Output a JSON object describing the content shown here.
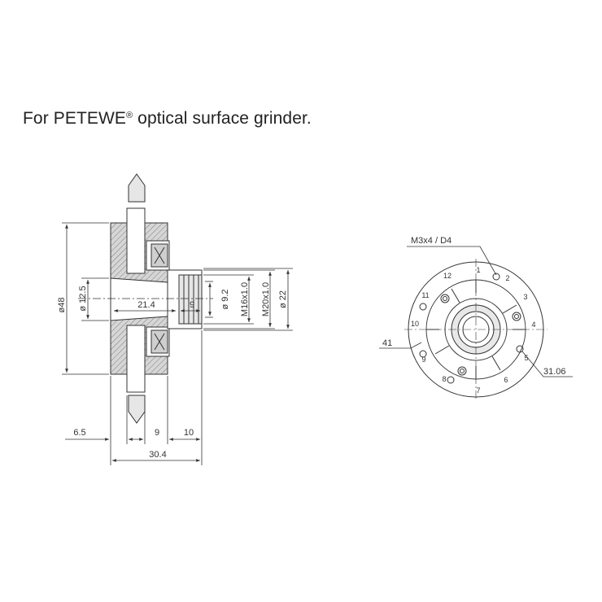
{
  "title": {
    "text": "For PETEWE",
    "reg": "®",
    "rest": " optical surface grinder."
  },
  "side_view": {
    "dimensions": {
      "d48": "ø48",
      "d12_5": "ø 12.5",
      "len_21_4": "21.4",
      "len_9_inner": "9",
      "d9_2": "ø 9.2",
      "m16": "M16x1.0",
      "m20": "M20x1.0",
      "d22": "ø 22",
      "w6_5": "6.5",
      "w9": "9",
      "w10": "10",
      "w30_4": "30.4"
    }
  },
  "front_view": {
    "labels": {
      "m3": "M3x4 / D4",
      "d41": "41",
      "d31_06": "31.06"
    },
    "hole_numbers": [
      "1",
      "2",
      "3",
      "4",
      "5",
      "6",
      "7",
      "8",
      "9",
      "10",
      "11",
      "12"
    ]
  },
  "colors": {
    "line": "#333333",
    "hatch_fill": "#d9d9d9",
    "body_fill": "#bdbdbd",
    "arrow_fill": "#e6e6e6"
  }
}
